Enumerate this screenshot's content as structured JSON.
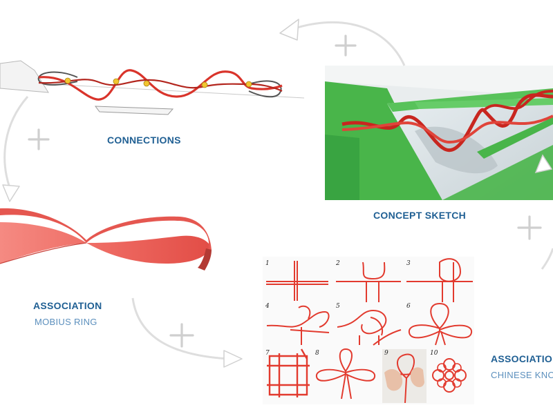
{
  "connections": {
    "label": "CONNECTIONS"
  },
  "concept": {
    "label": "CONCEPT SKETCH"
  },
  "mobius": {
    "label": "ASSOCIATION",
    "sublabel": "MOBIUS RING"
  },
  "knot": {
    "label": "ASSOCIATION",
    "sublabel": "CHINESE KNOT",
    "steps": [
      "1",
      "2",
      "3",
      "4",
      "5",
      "6",
      "7",
      "8",
      "9",
      "10"
    ]
  },
  "colors": {
    "rope": "#d9342b",
    "caption": "#1f5f93",
    "subcaption": "#5b8fbd",
    "green": "#49b54a",
    "mobius": "#f07a72",
    "arrow": "#dedede"
  },
  "icons": [
    "plus-icon",
    "curved-arrow-icon",
    "connector-dot-icon"
  ]
}
